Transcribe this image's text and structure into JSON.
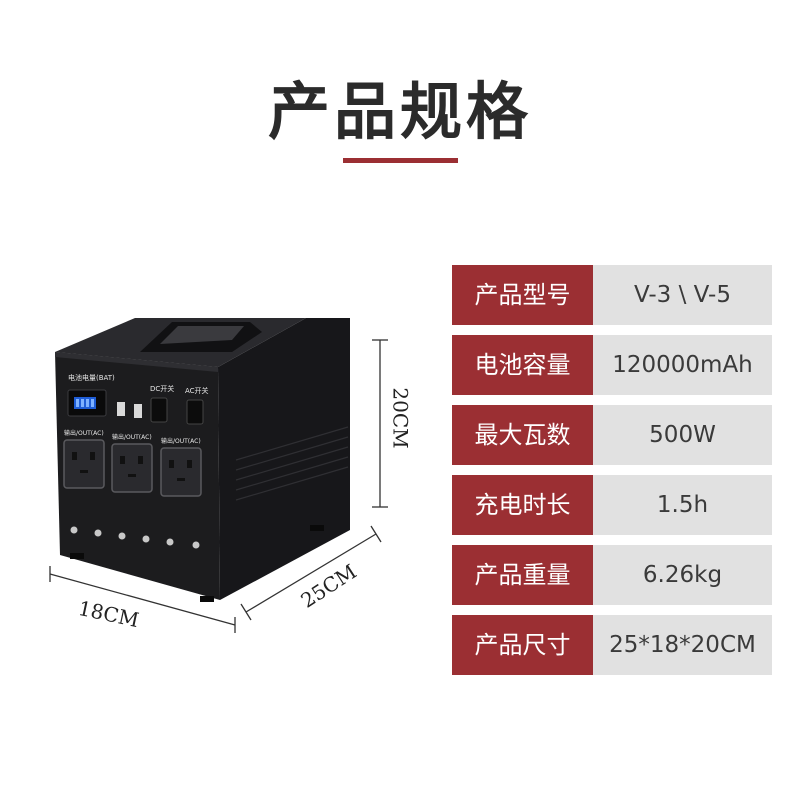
{
  "title": "产品规格",
  "specs": [
    {
      "label": "产品型号",
      "value": "V-3 \\ V-5"
    },
    {
      "label": "电池容量",
      "value": "120000mAh"
    },
    {
      "label": "最大瓦数",
      "value": "500W"
    },
    {
      "label": "充电时长",
      "value": "1.5h"
    },
    {
      "label": "产品重量",
      "value": "6.26kg"
    },
    {
      "label": "产品尺寸",
      "value": "25*18*20CM"
    }
  ],
  "dimensions": {
    "width": "18CM",
    "depth": "25CM",
    "height": "20CM"
  },
  "device": {
    "battery_label": "电池电量(BAT)",
    "dc_switch": "DC开关",
    "ac_switch": "AC开关",
    "outlet_label": "输出/OUT(AC)"
  },
  "colors": {
    "accent": "#9b2f33",
    "value_bg": "#e1e1e1",
    "device": "#1c1c1e"
  }
}
